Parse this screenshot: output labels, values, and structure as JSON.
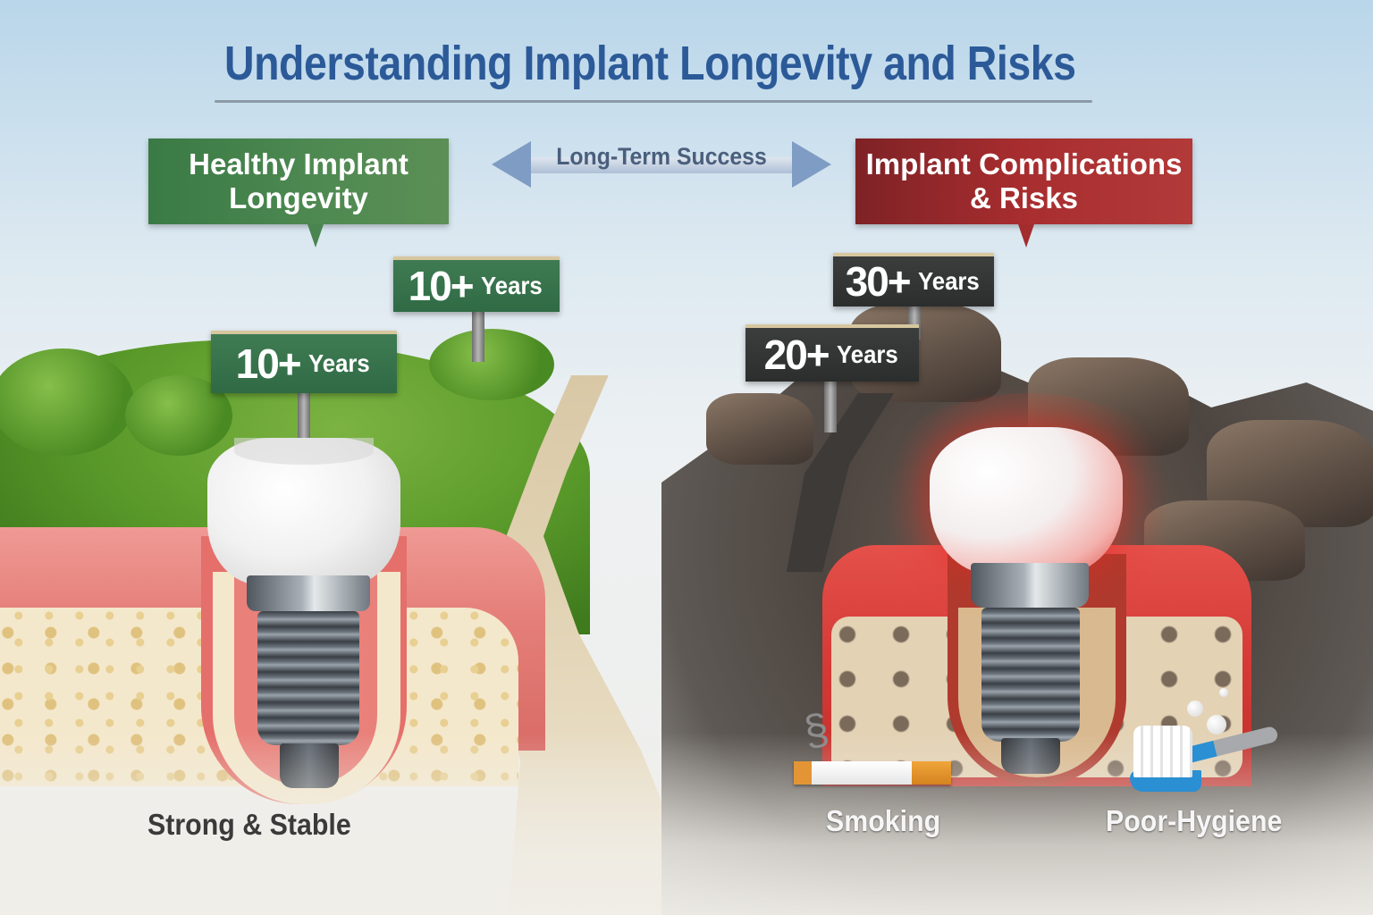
{
  "header": {
    "title": "Understanding Implant Longevity and Risks"
  },
  "center_arrow": {
    "label": "Long-Term Success",
    "icon": "double-arrow-icon",
    "color": "#7f9cc4"
  },
  "left_panel": {
    "callout": {
      "line1": "Healthy Implant",
      "line2": "Longevity",
      "color": "#4a8550"
    },
    "signs": [
      {
        "number": "10+",
        "unit": "Years",
        "color": "#356f49"
      },
      {
        "number": "10+",
        "unit": "Years",
        "color": "#356f49"
      }
    ],
    "illustration": "healthy-implant-icon",
    "caption": "Strong & Stable"
  },
  "right_panel": {
    "callout": {
      "line1": "Implant Complications",
      "line2": "& Risks",
      "color": "#a82d2f"
    },
    "signs": [
      {
        "number": "30+",
        "unit": "Years",
        "color": "#333635"
      },
      {
        "number": "20+",
        "unit": "Years",
        "color": "#333635"
      }
    ],
    "illustration": "inflamed-implant-icon",
    "risk_factors": [
      {
        "label": "Smoking",
        "icon": "cigarette-icon"
      },
      {
        "label": "Poor-Hygiene",
        "icon": "toothbrush-icon"
      }
    ]
  },
  "colors": {
    "title": "#2c5a98",
    "healthy_green": "#3f7b52",
    "risk_red": "#a82d2f",
    "gum_pink": "#e57f79",
    "inflamed_red": "#d43a36"
  }
}
